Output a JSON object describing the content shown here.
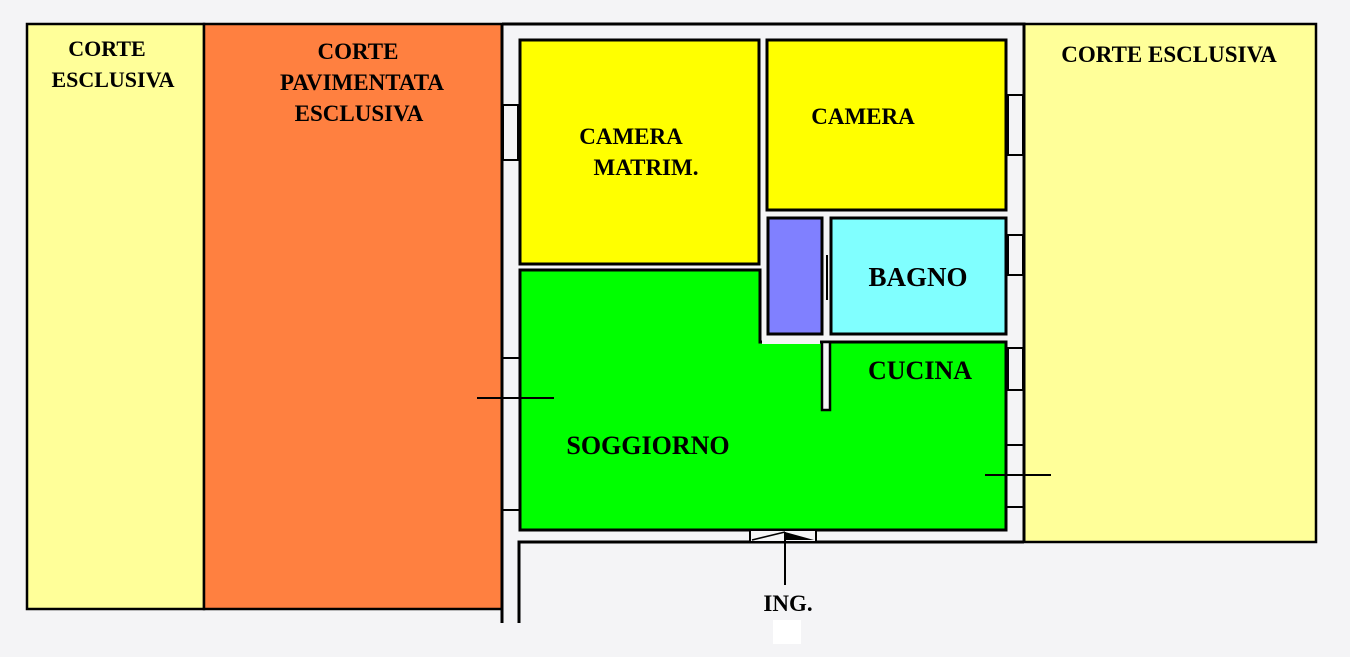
{
  "labels": {
    "corte_left": [
      "CORTE",
      "ESCLUSIVA"
    ],
    "corte_pavimentata": [
      "CORTE",
      "PAVIMENTATA",
      "ESCLUSIVA"
    ],
    "camera_matrim": [
      "CAMERA",
      "MATRIM."
    ],
    "camera": "CAMERA",
    "bagno": "BAGNO",
    "cucina": "CUCINA",
    "soggiorno": "SOGGIORNO",
    "corte_right": "CORTE ESCLUSIVA",
    "ingresso": "ING."
  },
  "colors": {
    "corte": "#ffff99",
    "pavimentata": "#ff8040",
    "camere": "#ffff00",
    "disimpegno": "#8080ff",
    "bagno": "#80ffff",
    "giorno": "#00ff00",
    "wall": "#f4f4f6"
  }
}
